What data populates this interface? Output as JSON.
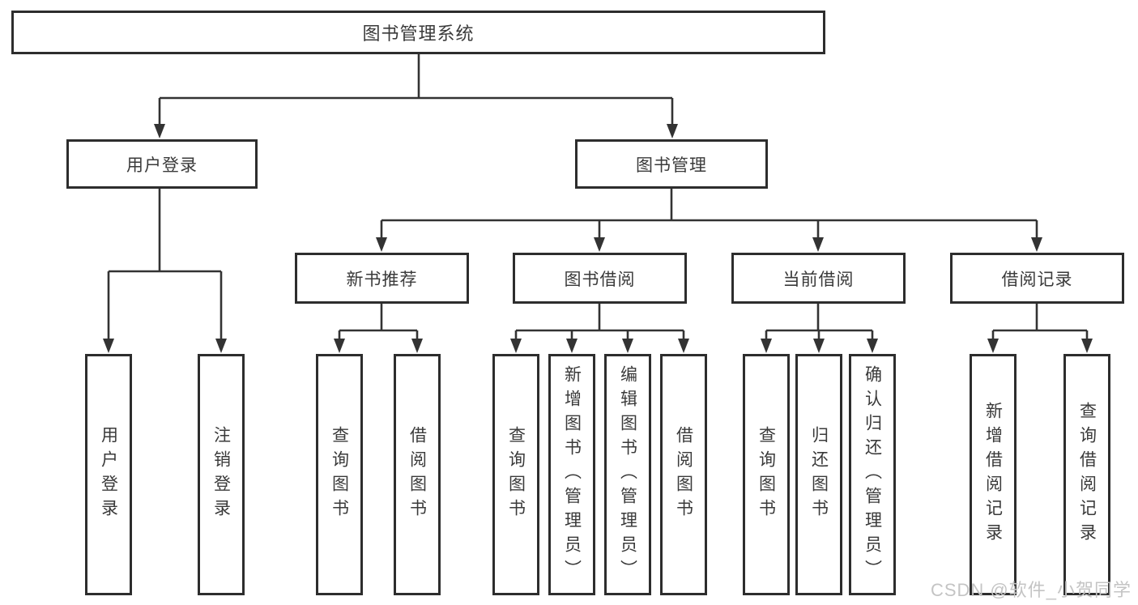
{
  "tree": {
    "label": "图书管理系统",
    "children": [
      {
        "label": "用户登录",
        "children": [
          {
            "label": "用户登录"
          },
          {
            "label": "注销登录"
          }
        ]
      },
      {
        "label": "图书管理",
        "children": [
          {
            "label": "新书推荐",
            "children": [
              {
                "label": "查询图书"
              },
              {
                "label": "借阅图书"
              }
            ]
          },
          {
            "label": "图书借阅",
            "children": [
              {
                "label": "查询图书"
              },
              {
                "label": "新增图书（管理员）"
              },
              {
                "label": "编辑图书（管理员）"
              },
              {
                "label": "借阅图书"
              }
            ]
          },
          {
            "label": "当前借阅",
            "children": [
              {
                "label": "查询图书"
              },
              {
                "label": "归还图书"
              },
              {
                "label": "确认归还（管理员）"
              }
            ]
          },
          {
            "label": "借阅记录",
            "children": [
              {
                "label": "新增借阅记录"
              },
              {
                "label": "查询借阅记录"
              }
            ]
          }
        ]
      }
    ]
  },
  "watermark": {
    "text": "CSDN @软件_小贺同学"
  },
  "colors": {
    "line": "#333333",
    "box_border": "#2d2d2d",
    "text": "#3a3a3a",
    "watermark": "#c4c4c4",
    "background": "#ffffff"
  }
}
